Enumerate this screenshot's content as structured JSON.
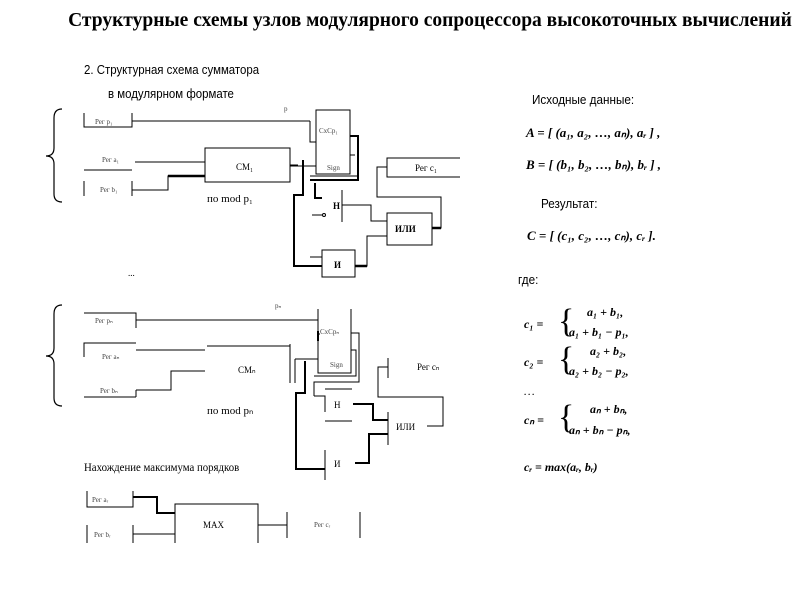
{
  "title": "Структурные схемы узлов модулярного сопроцессора высокоточных вычислений",
  "subtitle_line1": "2. Структурная схема сумматора",
  "subtitle_line2": "в модулярном формате",
  "diagram": {
    "channel1": {
      "reg_p": "Рег p₁",
      "reg_a": "Рег a₁",
      "reg_b": "Рег b₁",
      "p_label": "p",
      "adder": "СМ₁",
      "mod_label": "по mod p₁",
      "comparator": "СхСр₁",
      "sign": "Sign",
      "not_gate": "Н",
      "and_gate": "И",
      "or_gate": "ИЛИ",
      "reg_c": "Рег c₁"
    },
    "ellipsis": "...",
    "channeln": {
      "reg_p": "Рег pₙ",
      "reg_a": "Рег aₙ",
      "reg_b": "Рег bₙ",
      "p_label": "pₙ",
      "adder": "СМₙ",
      "mod_label": "по mod pₙ",
      "comparator": "СхСрₙ",
      "sign": "Sign",
      "not_gate": "Н",
      "and_gate": "И",
      "or_gate": "ИЛИ",
      "reg_c": "Рег cₙ"
    },
    "max_section": {
      "caption": "Нахождение максимума порядков",
      "reg_a": "Рег aᵣ",
      "reg_b": "Рег bᵣ",
      "max_block": "MAX",
      "reg_c": "Рег cᵣ"
    }
  },
  "right_panel": {
    "input_heading": "Исходные данные:",
    "formula_a": "A = [ (a₁, a₂, …, aₙ), aᵣ ] ,",
    "formula_b": "B = [ (b₁, b₂, …, bₙ), bᵣ ] ,",
    "result_heading": "Результат:",
    "formula_c": "C = [ (c₁, c₂, …, cₙ), cᵣ ].",
    "where_heading": "где:",
    "c1_lhs": "c₁ =",
    "c1_case1": "a₁ + b₁,",
    "c1_case2": "a₁ + b₁ − p₁,",
    "c2_lhs": "c₂ =",
    "c2_case1": "a₂ + b₂,",
    "c2_case2": "a₂ + b₂ − p₂,",
    "dots": "…",
    "cn_lhs": "cₙ =",
    "cn_case1": "aₙ + bₙ,",
    "cn_case2": "aₙ + bₙ − pₙ,",
    "cr_formula": "cᵣ = max(aᵣ, bᵣ)"
  }
}
